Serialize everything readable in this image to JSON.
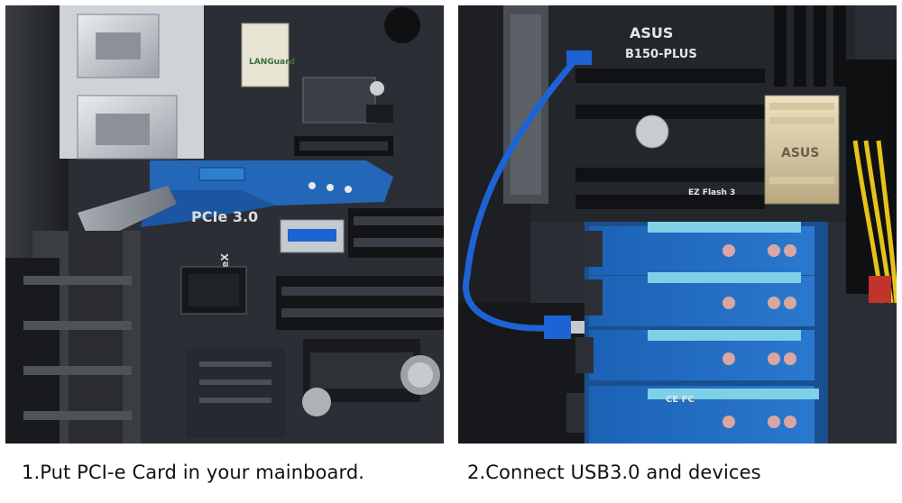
{
  "captions": {
    "step1": "1.Put PCI-e Card in your mainboard.",
    "step2": "2.Connect USB3.0 and devices"
  },
  "left_photo": {
    "silkscreen_pcie": "PCIe 3.0",
    "silkscreen_guard": "LANGuard",
    "silkscreen_cross": "CrossFireX"
  },
  "right_photo": {
    "silkscreen_board": "B150-PLUS",
    "silkscreen_brand": "ASUS",
    "silkscreen_brand_heatsink": "ASUS",
    "silkscreen_ezflash": "EZ Flash 3",
    "silkscreen_ce": "CE FC"
  },
  "colors": {
    "pcb_blue": "#1f5fae",
    "cable_blue": "#1e63d6",
    "slot_cyan": "#7fd0e6",
    "board_dark": "#23262b"
  }
}
